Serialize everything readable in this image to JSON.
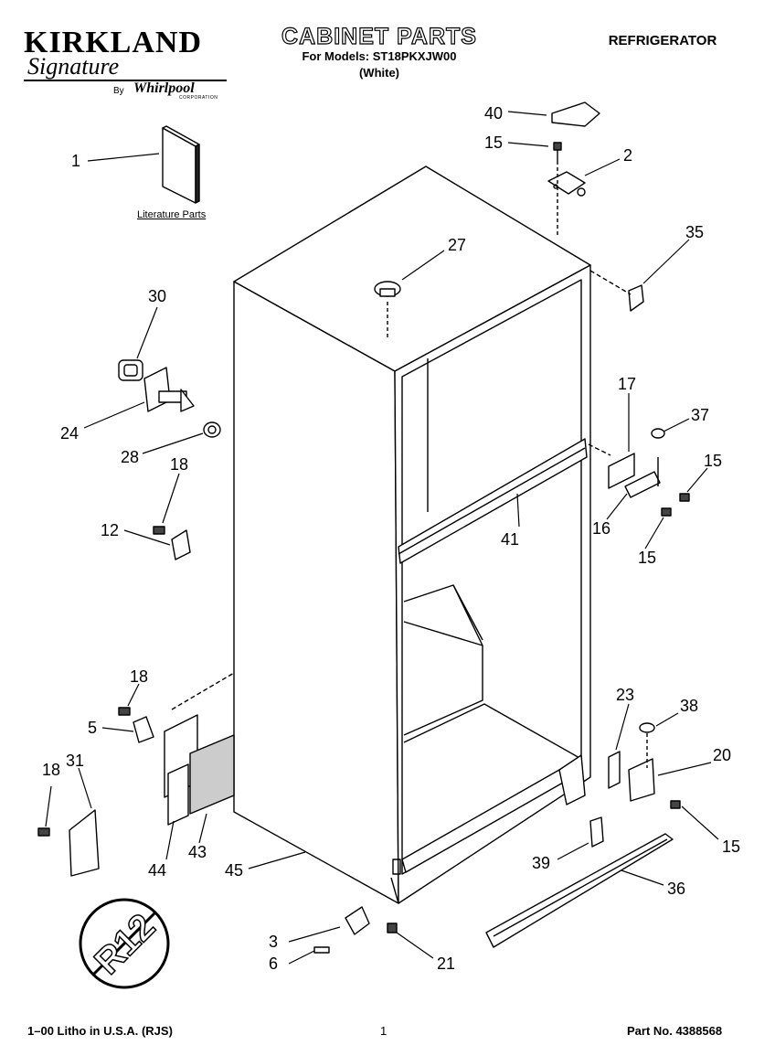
{
  "header": {
    "brand": "KIRKLAND",
    "signature": "Signature",
    "by": "By",
    "maker": "Whirlpool",
    "maker_sub": "CORPORATION",
    "title": "CABINET PARTS",
    "models": "For Models: ST18PKXJW00",
    "color": "(White)",
    "product": "REFRIGERATOR"
  },
  "literature_label": "Literature Parts",
  "callouts": [
    "40",
    "15",
    "2",
    "1",
    "27",
    "35",
    "30",
    "24",
    "28",
    "18",
    "12",
    "17",
    "37",
    "15",
    "16",
    "15",
    "41",
    "18",
    "5",
    "31",
    "18",
    "44",
    "43",
    "45",
    "23",
    "38",
    "20",
    "15",
    "39",
    "36",
    "3",
    "6",
    "21"
  ],
  "footer": {
    "litho": "1–00 Litho in U.S.A. (RJS)",
    "page": "1",
    "part_no": "Part No. 4388568"
  }
}
